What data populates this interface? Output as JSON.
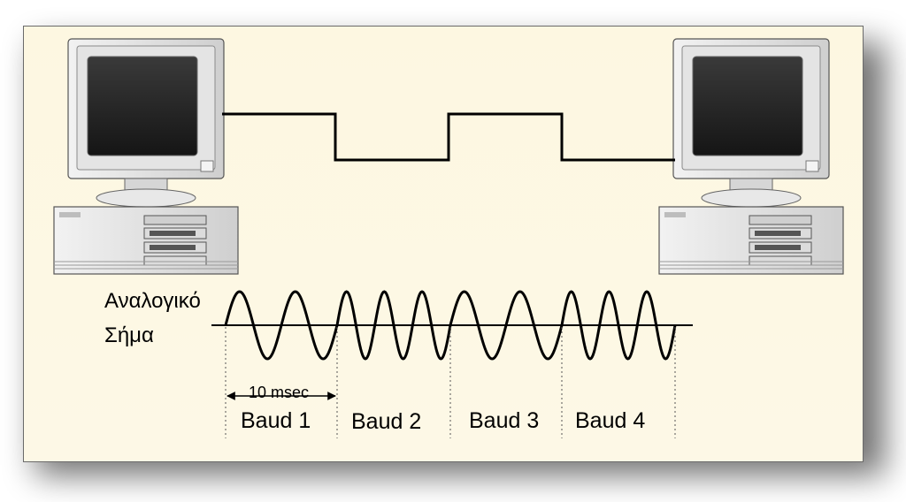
{
  "signal": {
    "label_line1": "Αναλογικό",
    "label_line2": "Σήμα"
  },
  "interval": {
    "label": "10 msec"
  },
  "bauds": [
    {
      "label": "Baud 1"
    },
    {
      "label": "Baud 2"
    },
    {
      "label": "Baud 3"
    },
    {
      "label": "Baud 4"
    }
  ],
  "waveform": {
    "cycles_per_baud": [
      2,
      3,
      2,
      3
    ]
  },
  "digital_signal": {
    "levels": [
      1,
      0,
      1,
      0
    ]
  },
  "colors": {
    "background": "#fdf7e1",
    "line": "#000000"
  },
  "icons": {
    "left_computer": "desktop-computer-icon",
    "right_computer": "desktop-computer-icon"
  }
}
